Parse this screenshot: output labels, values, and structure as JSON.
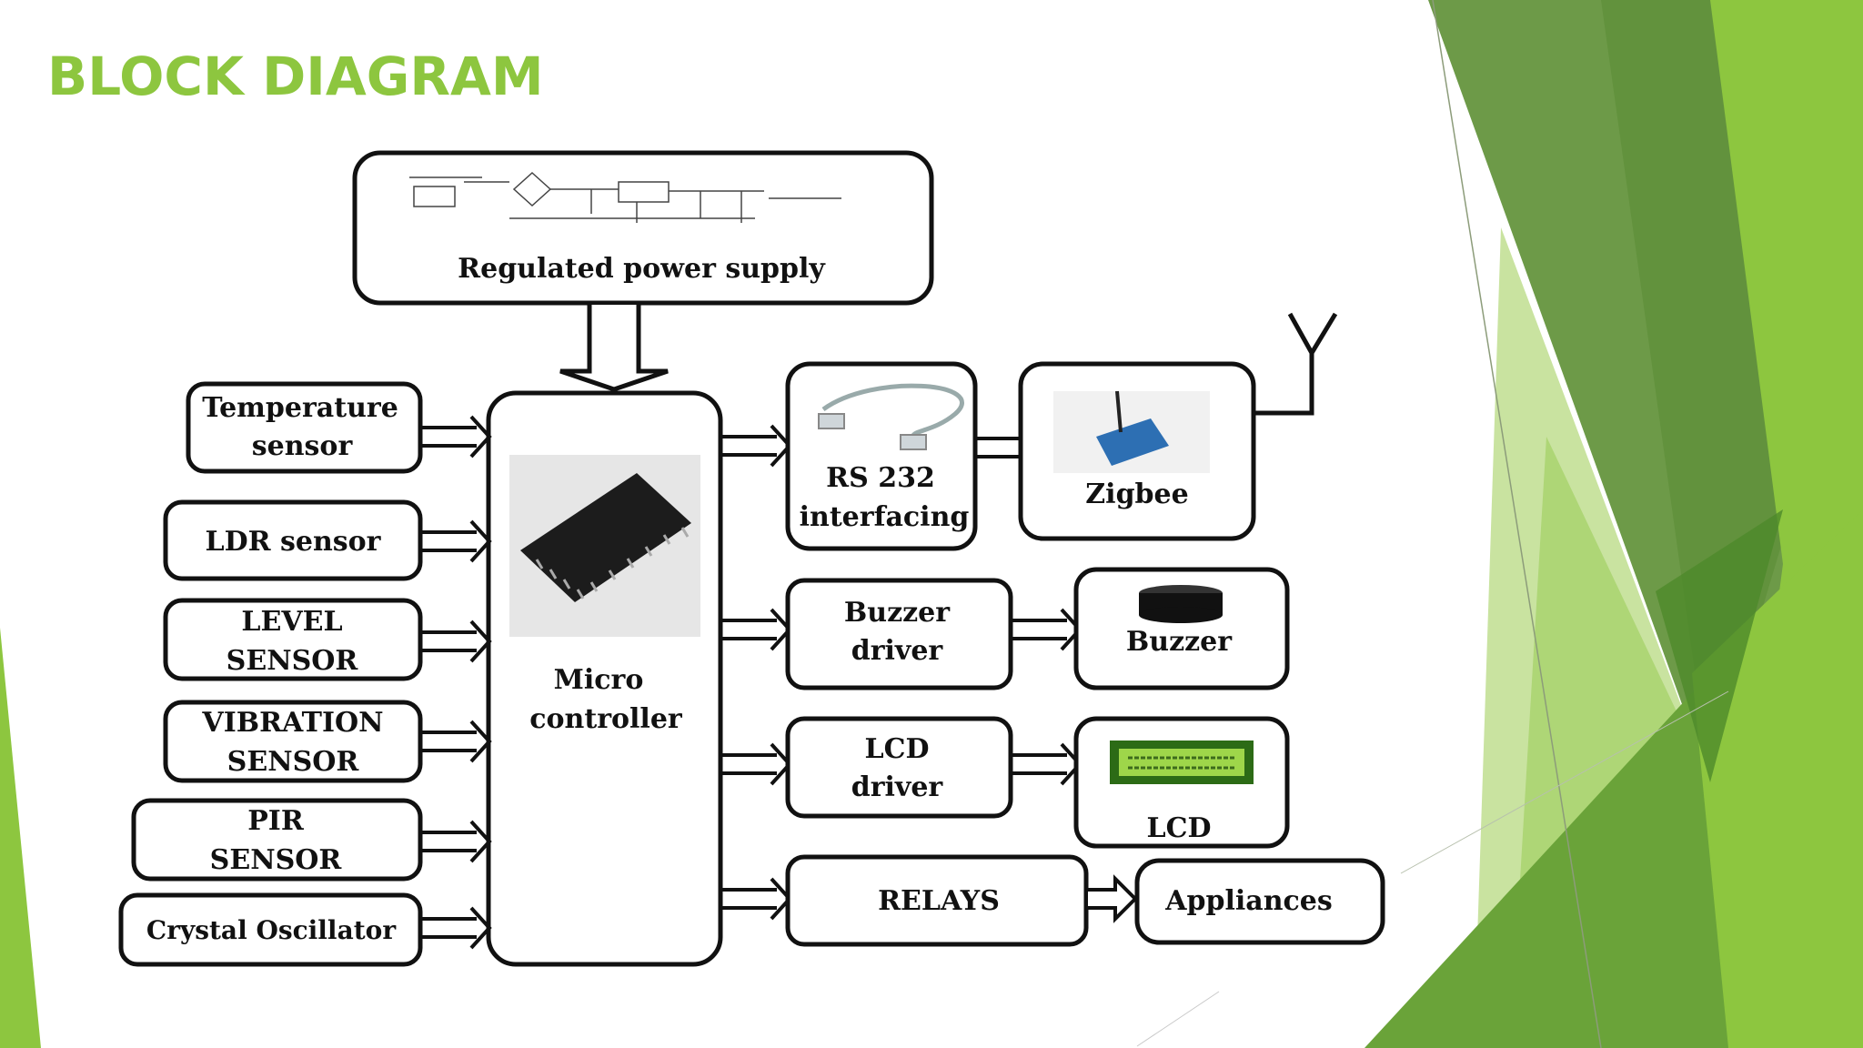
{
  "slide": {
    "title": "BLOCK DIAGRAM",
    "accent_colors": [
      "#8dc63f",
      "#6aa339",
      "#4e8a2a",
      "#c9e3a0"
    ]
  },
  "diagram": {
    "power_supply": {
      "label": "Regulated power supply"
    },
    "inputs": [
      {
        "lines": [
          "Temperature",
          "sensor"
        ]
      },
      {
        "lines": [
          "LDR sensor"
        ]
      },
      {
        "lines": [
          "LEVEL",
          "SENSOR"
        ]
      },
      {
        "lines": [
          "VIBRATION",
          "SENSOR"
        ]
      },
      {
        "lines": [
          "PIR",
          "SENSOR"
        ]
      },
      {
        "lines": [
          "Crystal Oscillator"
        ]
      }
    ],
    "microcontroller": {
      "lines": [
        "Micro",
        "controller"
      ]
    },
    "rs232": {
      "lines": [
        "RS 232",
        "interfacing"
      ]
    },
    "zigbee": {
      "label": "Zigbee"
    },
    "buzzer_driver": {
      "lines": [
        "Buzzer",
        "driver"
      ]
    },
    "buzzer": {
      "label": "Buzzer"
    },
    "lcd_driver": {
      "lines": [
        "LCD",
        "driver"
      ]
    },
    "lcd": {
      "label": "LCD"
    },
    "relays": {
      "label": "RELAYS"
    },
    "appliances": {
      "label": "Appliances"
    }
  }
}
